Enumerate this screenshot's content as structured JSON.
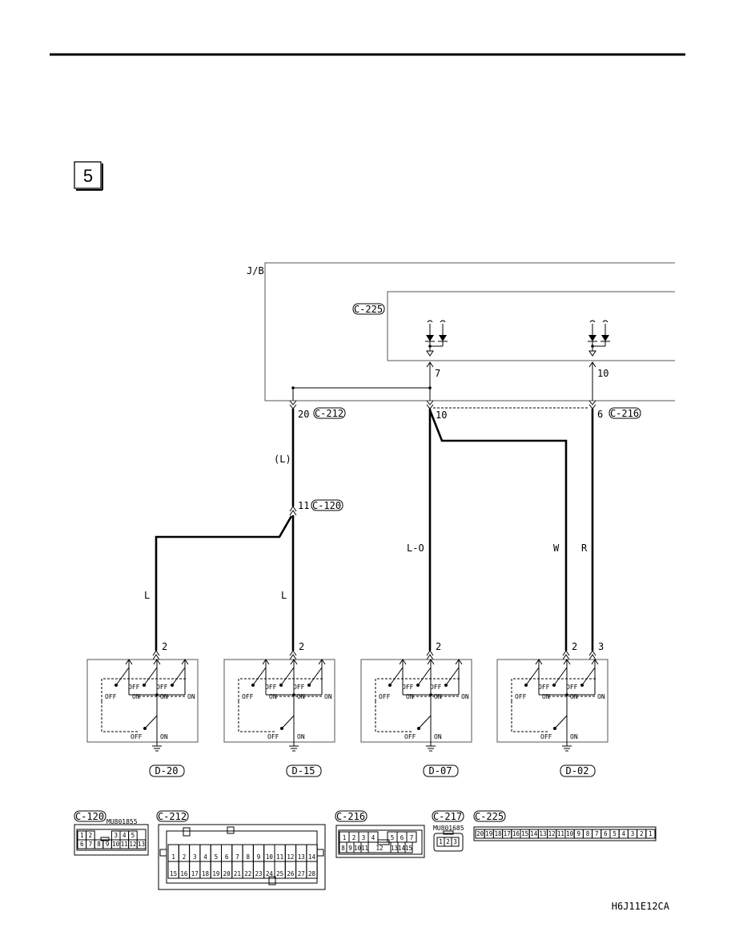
{
  "step_number": "5",
  "diagram_code": "H6J11E12CA",
  "jb": {
    "label": "J/B",
    "inner_connector": "C-225",
    "pins": [
      "7",
      "10"
    ]
  },
  "connectors": [
    {
      "id": "C-212",
      "pin": "20"
    },
    {
      "id": "C-120",
      "pin": "11"
    },
    {
      "id": "C-216",
      "pin": "6"
    },
    {
      "id": null,
      "pin": "10"
    }
  ],
  "wires": [
    {
      "color": "(L)"
    },
    {
      "color": "L"
    },
    {
      "color": "L"
    },
    {
      "color": "L-O"
    },
    {
      "color": "W"
    },
    {
      "color": "R"
    }
  ],
  "switch_labels": {
    "off": "OFF",
    "on": "ON"
  },
  "switches": [
    {
      "id": "D-20",
      "pins": [
        "2"
      ]
    },
    {
      "id": "D-15",
      "pins": [
        "2"
      ]
    },
    {
      "id": "D-07",
      "pins": [
        "2"
      ]
    },
    {
      "id": "D-02",
      "pins": [
        "2",
        "3"
      ]
    }
  ],
  "connector_views": [
    {
      "id": "C-120",
      "part_no": "MU801855",
      "rows": [
        [
          "1",
          "2",
          "",
          "",
          "3",
          "4",
          "5"
        ],
        [
          "6",
          "7",
          "8",
          "9",
          "10",
          "11",
          "12",
          "13"
        ]
      ]
    },
    {
      "id": "C-212",
      "rows": [
        [
          "1",
          "2",
          "3",
          "4",
          "5",
          "6",
          "7",
          "8",
          "9",
          "10",
          "11",
          "12",
          "13",
          "14"
        ],
        [
          "15",
          "16",
          "17",
          "18",
          "19",
          "20",
          "21",
          "22",
          "23",
          "24",
          "25",
          "26",
          "27",
          "28"
        ]
      ]
    },
    {
      "id": "C-216",
      "rows": [
        [
          "1",
          "2",
          "3",
          "4",
          "",
          "5",
          "6",
          "7"
        ],
        [
          "8",
          "9",
          "10",
          "11",
          "12",
          "13",
          "14",
          "15"
        ]
      ]
    },
    {
      "id": "C-217",
      "part_no": "MU801685",
      "rows": [
        [
          "1",
          "2",
          "3"
        ]
      ]
    },
    {
      "id": "C-225",
      "rows": [
        [
          "20",
          "19",
          "18",
          "17",
          "16",
          "15",
          "14",
          "13",
          "12",
          "11",
          "10",
          "9",
          "8",
          "7",
          "6",
          "5",
          "4",
          "3",
          "2",
          "1"
        ]
      ]
    }
  ]
}
